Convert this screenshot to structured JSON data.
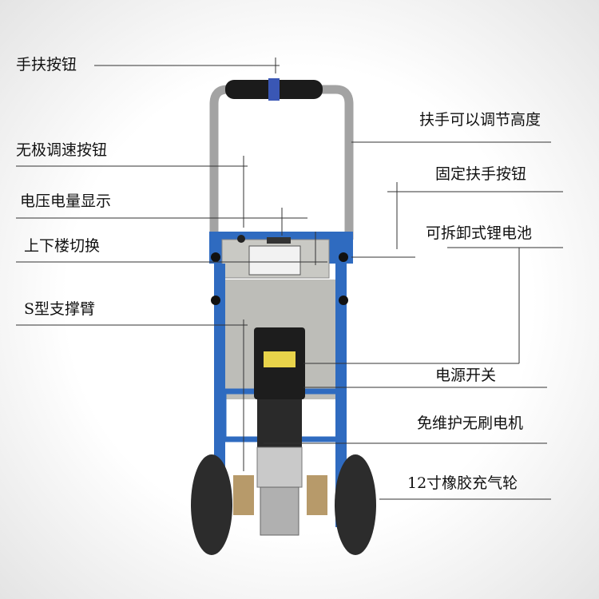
{
  "labels": {
    "handle_button": "手扶按钮",
    "adjustable_handle": "扶手可以调节高度",
    "speed_button": "无极调速按钮",
    "fix_handle_button": "固定扶手按钮",
    "voltage_display": "电压电量显示",
    "battery": "可拆卸式锂电池",
    "stairs_switch": "上下楼切换",
    "support_arm": "S型支撑臂",
    "power_switch": "电源开关",
    "motor": "免维护无刷电机",
    "wheel": "12寸橡胶充气轮"
  },
  "colors": {
    "frame": "#2f6bc0",
    "handle": "#9a9a9a",
    "grip": "#1a1a1a"
  }
}
